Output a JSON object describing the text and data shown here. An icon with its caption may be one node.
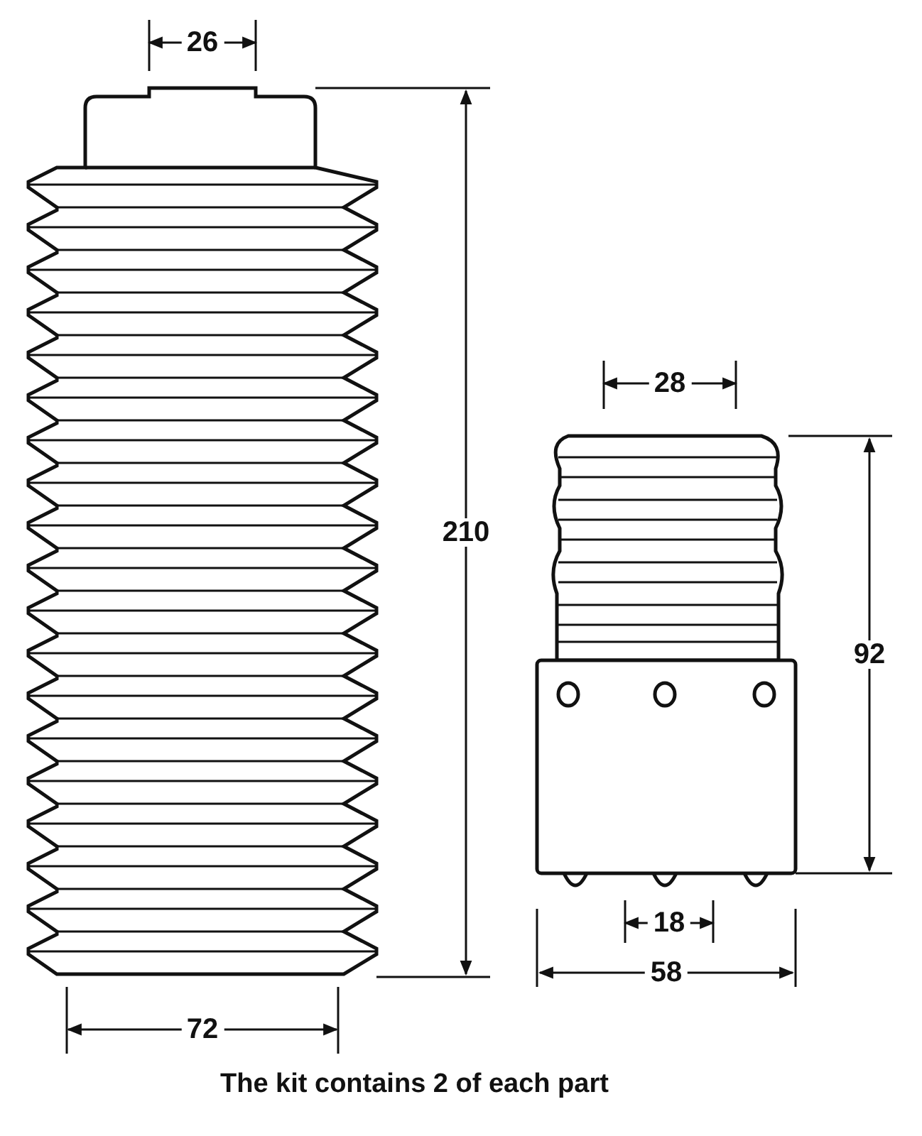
{
  "diagram": {
    "caption": "The kit contains 2 of each part",
    "labels": [
      "26",
      "28",
      "210",
      "92",
      "18",
      "58",
      "72"
    ]
  }
}
